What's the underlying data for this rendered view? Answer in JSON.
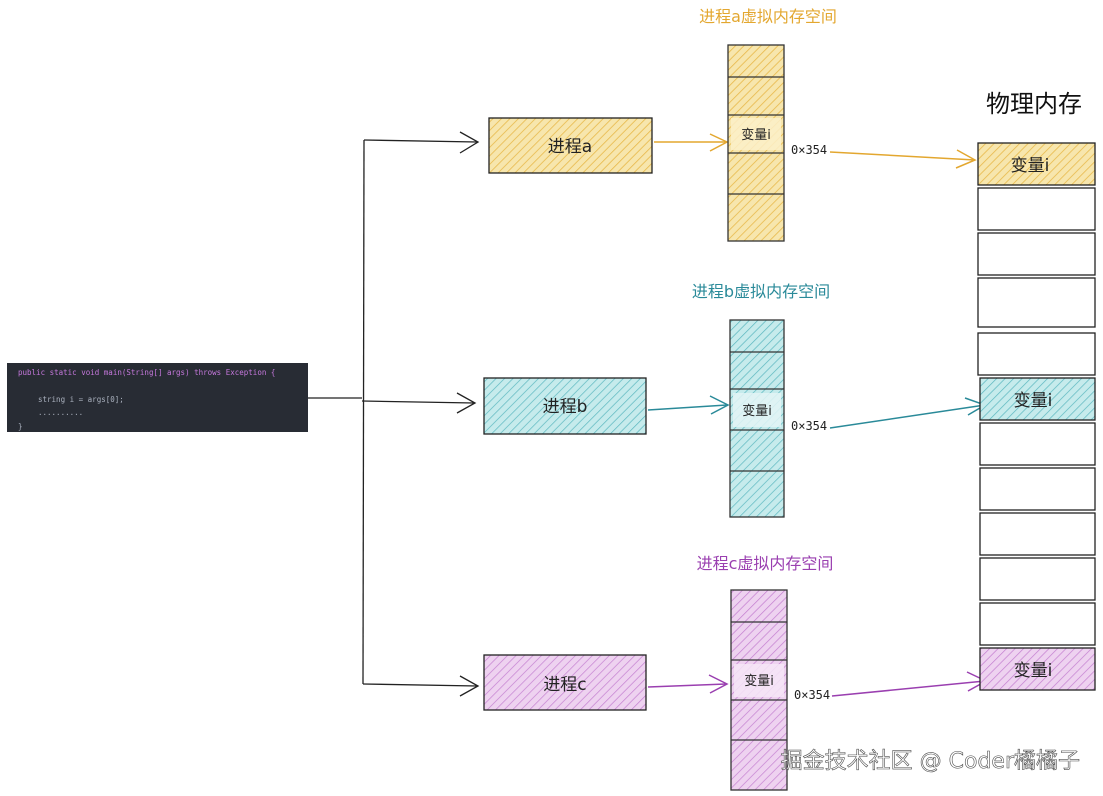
{
  "code": {
    "line1": "public static void main(String[] args) throws Exception {",
    "line2": "string i = args[0];",
    "line3": "..........",
    "line4": "}"
  },
  "processes": [
    {
      "label": "进程a",
      "vm_title": "进程a虚拟内存空间",
      "var_label": "变量i",
      "address": "0×354",
      "color": "#e3a72f",
      "fill": "#f5e3a3"
    },
    {
      "label": "进程b",
      "vm_title": "进程b虚拟内存空间",
      "var_label": "变量i",
      "address": "0×354",
      "color": "#2a8a99",
      "fill": "#bde6e8"
    },
    {
      "label": "进程c",
      "vm_title": "进程c虚拟内存空间",
      "var_label": "变量i",
      "address": "0×354",
      "color": "#9a3fb0",
      "fill": "#e9c6ec"
    }
  ],
  "physical": {
    "title": "物理内存",
    "var_a": "变量i",
    "var_b": "变量i",
    "var_c": "变量i"
  },
  "watermark": "掘金技术社区 @ Coder橘橘子"
}
